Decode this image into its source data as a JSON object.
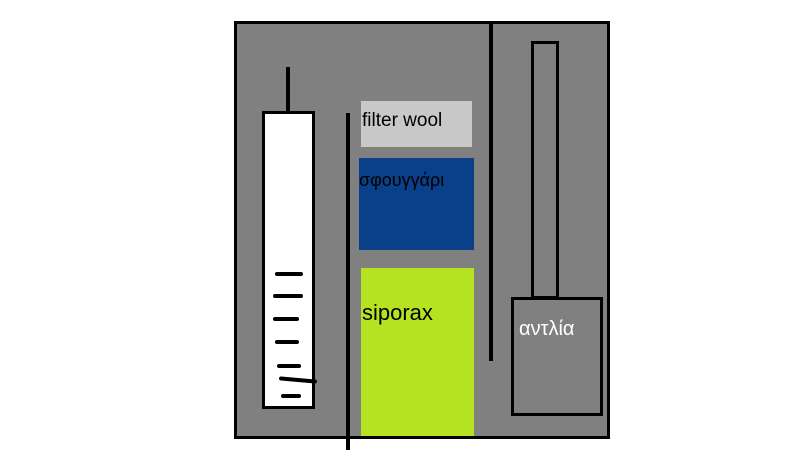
{
  "colors": {
    "tank": "#808080",
    "filter_wool": "#c8c8c8",
    "sponge": "#0a3f8a",
    "siporax": "#b5e321",
    "outline": "#000000"
  },
  "media": {
    "filter_wool": "filter wool",
    "sponge": "σφουγγάρι",
    "siporax": "siporax"
  },
  "pump": {
    "label": "αντλία"
  }
}
